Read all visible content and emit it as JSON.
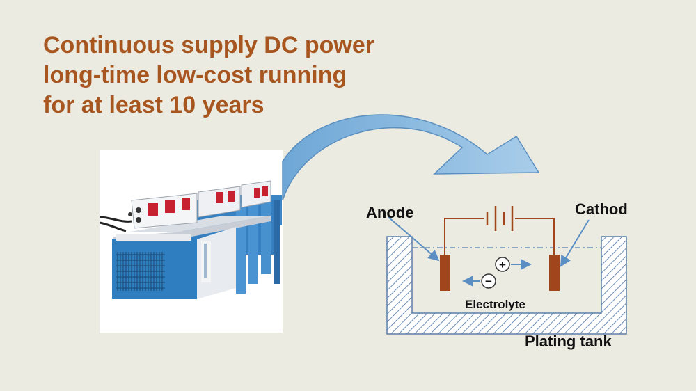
{
  "headline": {
    "line1": "Continuous supply DC power",
    "line2": "long-time low-cost running",
    "line3": "for at least 10 years"
  },
  "diagram": {
    "anode_label": "Anode",
    "cathode_label": "Cathod",
    "electrolyte_label": "Electrolyte",
    "tank_label": "Plating tank",
    "positive_ion_symbol": "+",
    "negative_ion_symbol": "−"
  },
  "colors": {
    "headline": "#a8561f",
    "arrow_fill": "#8fbde0",
    "electrode": "#a0451c",
    "wire": "#a0451c",
    "hatch": "#6b8fb8",
    "rectifier_body": "#2f7fc0"
  },
  "icons": {
    "power_supply": "dc-rectifier-image",
    "flow_arrow": "curved-arrow-icon"
  }
}
